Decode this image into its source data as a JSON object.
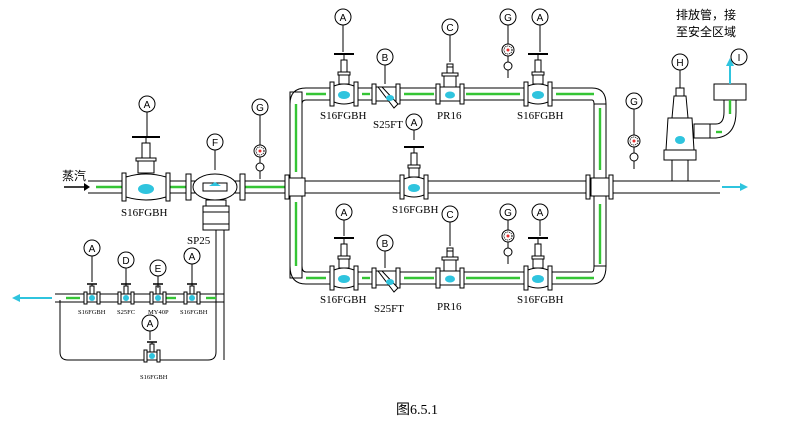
{
  "caption": "图6.5.1",
  "inlet_label": "蒸汽",
  "exhaust_label_line1": "排放管，接",
  "exhaust_label_line2": "至安全区域",
  "valve_labels": {
    "main_inlet": "S16FGBH",
    "top_left": "S16FGBH",
    "top_strainer": "S25FT",
    "top_reducer": "PR16",
    "top_right": "S16FGBH",
    "bypass": "S16FGBH",
    "bottom_left": "S16FGBH",
    "bottom_strainer": "S25FT",
    "bottom_reducer": "PR16",
    "bottom_right": "S16FGBH",
    "separator": "SP25",
    "trap_v1": "S16FGBH",
    "trap_strainer": "S25FC",
    "trap_trap": "MY40P",
    "trap_v2": "S16FGBH",
    "trap_bypass": "S16FGBH"
  },
  "markers": {
    "A": "A",
    "B": "B",
    "C": "C",
    "D": "D",
    "E": "E",
    "F": "F",
    "G": "G",
    "H": "H",
    "I": "I"
  },
  "colors": {
    "pipe_highlight": "#35c535",
    "flow": "#2fc4de",
    "line": "#000000"
  }
}
